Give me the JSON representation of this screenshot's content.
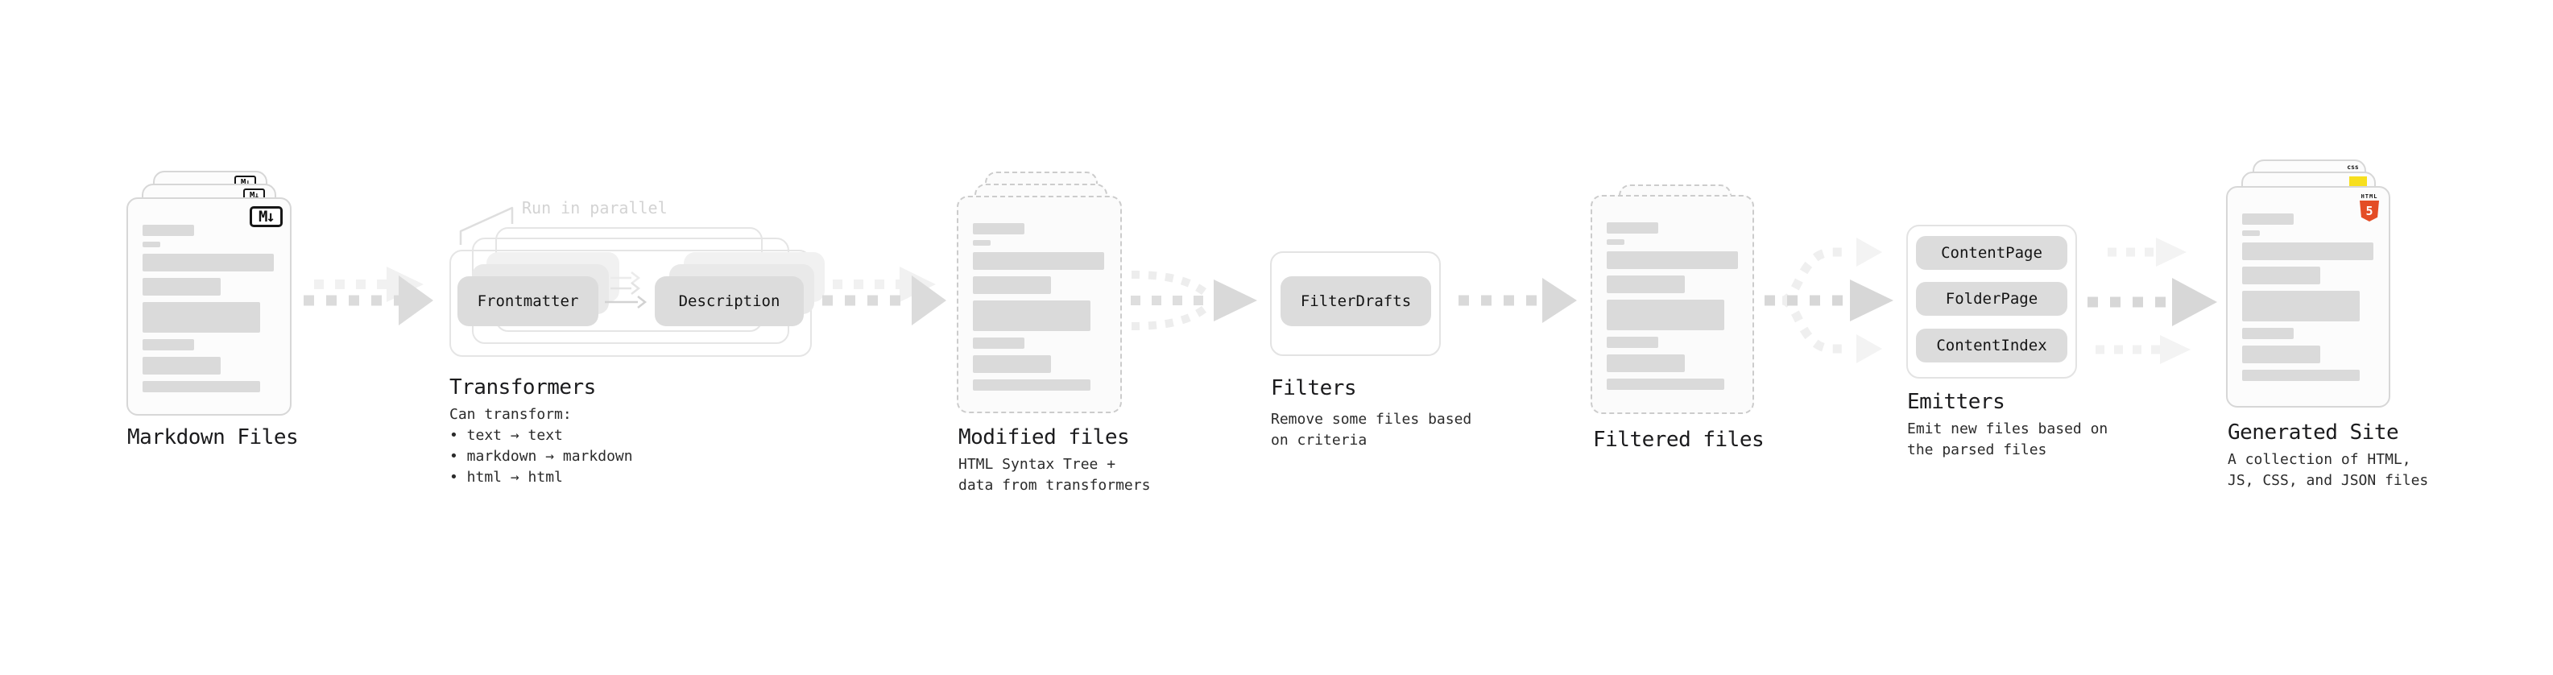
{
  "stages": {
    "markdown": {
      "label": "Markdown Files",
      "badge": "M↓"
    },
    "transformers": {
      "label": "Transformers",
      "note": "Run in parallel",
      "pills": [
        "Frontmatter",
        "Description"
      ],
      "desc": "Can transform:\n • text → text\n • markdown → markdown\n • html → html"
    },
    "modified": {
      "label": "Modified files",
      "desc": "HTML Syntax Tree +\ndata from transformers"
    },
    "filters": {
      "label": "Filters",
      "pills": [
        "FilterDrafts"
      ],
      "desc": "Remove some files based\non criteria"
    },
    "filtered": {
      "label": "Filtered files"
    },
    "emitters": {
      "label": "Emitters",
      "pills": [
        "ContentPage",
        "FolderPage",
        "ContentIndex"
      ],
      "desc": "Emit new files based on\nthe parsed files"
    },
    "generated": {
      "label": "Generated Site",
      "desc": "A collection of HTML,\nJS, CSS, and JSON files",
      "badges": {
        "html_word": "HTML",
        "html_number": "5",
        "css_word": "css"
      }
    }
  },
  "colors": {
    "arrow_gray": "#d9d9d9",
    "arrow_light": "#f1f1f1",
    "html5_orange": "#e44d26",
    "js_yellow": "#f7df1e",
    "css_blue": "#2f6bff"
  }
}
